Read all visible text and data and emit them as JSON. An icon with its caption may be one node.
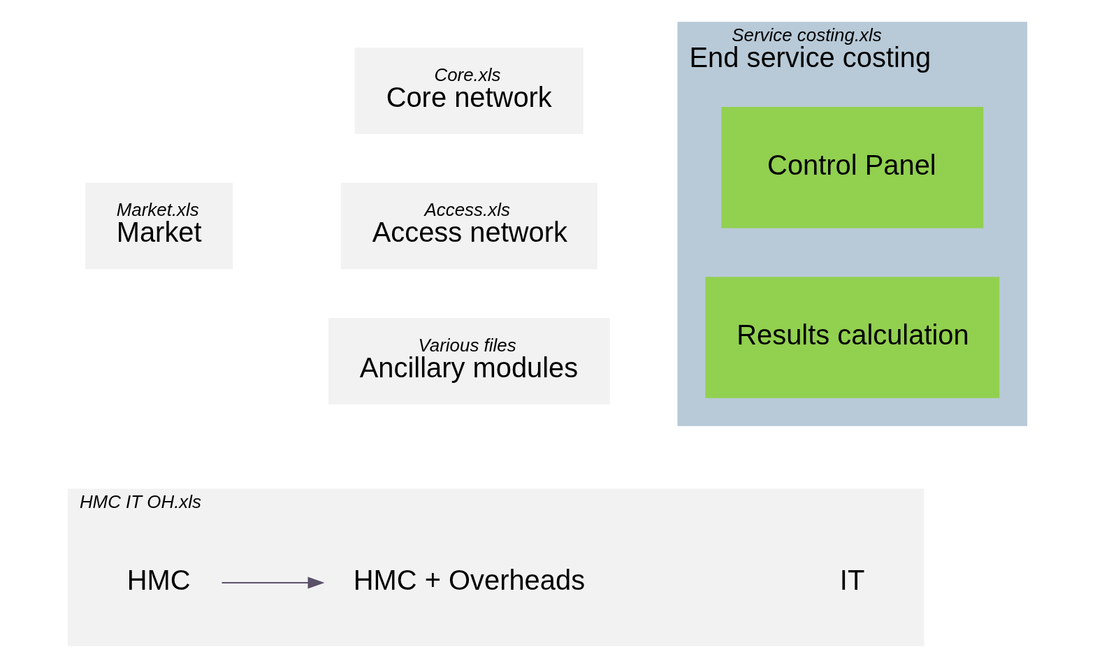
{
  "diagram": {
    "nodes": [
      {
        "text": [
          "Market.xls",
          "Market"
        ]
      },
      {
        "text": [
          "Core.xls",
          "Core network"
        ]
      },
      {
        "text": [
          "Access.xls",
          "Access network"
        ]
      },
      {
        "text": [
          "Various files",
          "Ancillary modules"
        ]
      },
      {
        "text": [
          "Service costing.xls",
          "End service costing"
        ]
      },
      {
        "text": [
          "Control Panel"
        ],
        "in": 4
      },
      {
        "text": [
          "Results calculation"
        ],
        "in": 4
      },
      {
        "text": [
          "HMC IT OH.xls"
        ]
      },
      {
        "text": [
          "HMC"
        ],
        "in": 7
      },
      {
        "text": [
          "HMC + Overheads"
        ],
        "in": 7
      },
      {
        "text": [
          "IT"
        ],
        "in": 7
      }
    ],
    "edges": [
      {
        "from": 8,
        "to": 9,
        "arrow": "to"
      }
    ]
  }
}
